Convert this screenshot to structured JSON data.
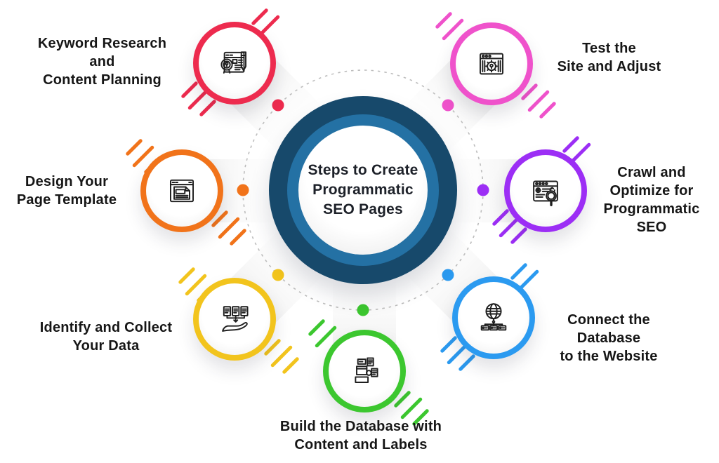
{
  "title": {
    "lines": [
      "Steps to Create",
      "Programmatic",
      "SEO Pages"
    ]
  },
  "colors": {
    "center_ring_outer": "#17496b",
    "center_ring_inner": "#2471a4",
    "dashed_ring": "#bdbdbd",
    "text": "#161616"
  },
  "steps": [
    {
      "id": "keyword-research",
      "color": "#ed2b4e",
      "icon": "keyword-research-icon",
      "label_lines": [
        "Keyword Research",
        "and",
        "Content Planning"
      ]
    },
    {
      "id": "test-site",
      "color": "#ef52cb",
      "icon": "browser-gear-icon",
      "label_lines": [
        "Test the",
        "Site and Adjust"
      ]
    },
    {
      "id": "design-template",
      "color": "#f1731a",
      "icon": "page-template-icon",
      "label_lines": [
        "Design Your",
        "Page Template"
      ]
    },
    {
      "id": "crawl-optimize",
      "color": "#9c2ef5",
      "icon": "browser-search-icon",
      "label_lines": [
        "Crawl and",
        "Optimize for",
        "Programmatic",
        "SEO"
      ]
    },
    {
      "id": "collect-data",
      "color": "#f2c41d",
      "icon": "documents-hand-icon",
      "label_lines": [
        "Identify and Collect",
        "Your Data"
      ]
    },
    {
      "id": "build-database",
      "color": "#3cc72f",
      "icon": "database-machine-icon",
      "label_lines": [
        "Build the Database with",
        "Content and Labels"
      ]
    },
    {
      "id": "connect-database",
      "color": "#2b9af0",
      "icon": "globe-network-icon",
      "label_lines": [
        "Connect the",
        "Database",
        "to the Website"
      ]
    }
  ]
}
